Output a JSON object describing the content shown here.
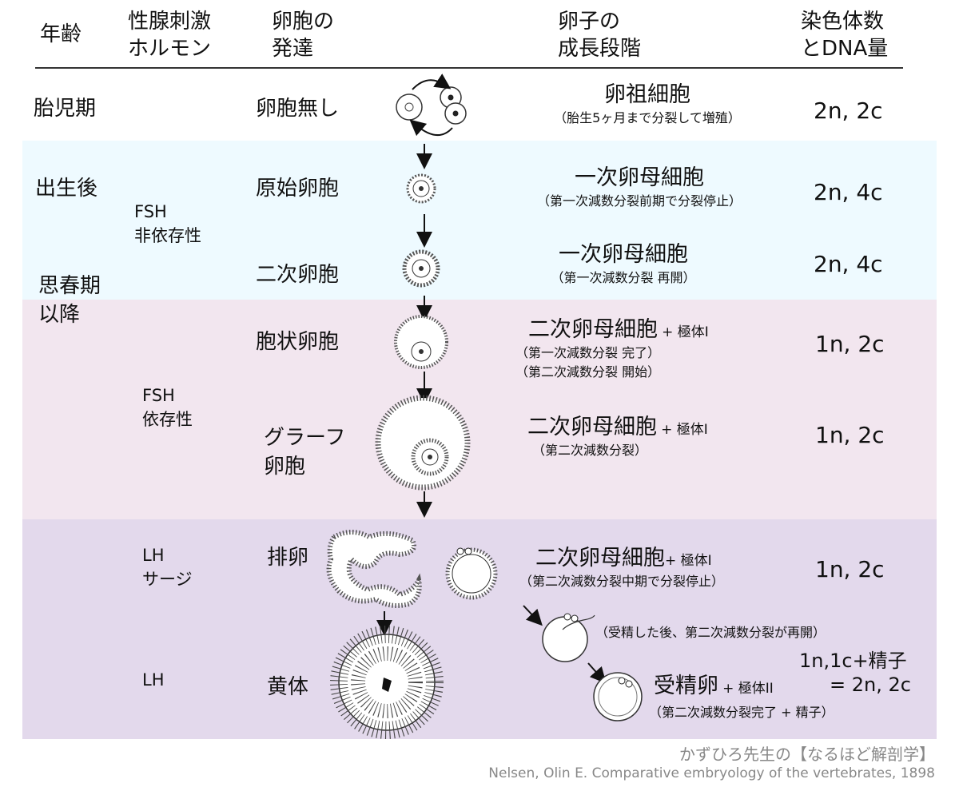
{
  "colors": {
    "band_light_blue": "#eefaff",
    "band_pink": "#f2e6ef",
    "band_purple": "#e3d9ec",
    "rule": "#333333"
  },
  "headers": {
    "age": "年齢",
    "hormone": "性腺刺激\nホルモン",
    "follicle": "卵胞の\n発達",
    "stage": "卵子の\n成長段階",
    "chromosome": "染色体数\nとDNA量"
  },
  "ages": {
    "fetal": "胎児期",
    "after_birth": "出生後",
    "puberty": "思春期\n以降"
  },
  "hormones": {
    "fsh_independent": "FSH\n非依存性",
    "fsh_dependent": "FSH\n依存性",
    "lh_surge": "LH\nサージ",
    "lh": "LH"
  },
  "follicles": {
    "none": "卵胞無し",
    "primordial": "原始卵胞",
    "secondary": "二次卵胞",
    "antral": "胞状卵胞",
    "graafian": "グラーフ\n卵胞",
    "ovulation": "排卵",
    "corpus_luteum": "黄体"
  },
  "stages": [
    {
      "name": "卵祖細胞",
      "polar": "",
      "notes": [
        "（胎生5ヶ月まで分裂して増殖）"
      ]
    },
    {
      "name": "一次卵母細胞",
      "polar": "",
      "notes": [
        "（第一次減数分裂前期で分裂停止）"
      ]
    },
    {
      "name": "一次卵母細胞",
      "polar": "",
      "notes": [
        "（第一次減数分裂 再開）"
      ]
    },
    {
      "name": "二次卵母細胞",
      "polar": "+ 極体I",
      "notes": [
        "（第一次減数分裂 完了）",
        "（第二次減数分裂 開始）"
      ]
    },
    {
      "name": "二次卵母細胞",
      "polar": "+ 極体I",
      "notes": [
        "（第二次減数分裂）"
      ]
    },
    {
      "name": "二次卵母細胞",
      "polar": "+ 極体I",
      "notes": [
        "（第二次減数分裂中期で分裂停止）"
      ]
    }
  ],
  "fertilization": {
    "resume_note": "（受精した後、第二次減数分裂が再開）",
    "zygote_name": "受精卵",
    "zygote_polar": "+ 極体II",
    "zygote_note": "（第二次減数分裂完了 + 精子）",
    "sum_line1": "1n,1c+精子",
    "sum_line2": "= 2n, 2c"
  },
  "chromosomes": [
    "2n, 2c",
    "2n, 4c",
    "2n, 4c",
    "1n, 2c",
    "1n, 2c",
    "1n, 2c"
  ],
  "footer": {
    "credit": "かずひろ先生の【なるほど解剖学】",
    "source": "Nelsen, Olin E. Comparative embryology of the vertebrates, 1898"
  }
}
